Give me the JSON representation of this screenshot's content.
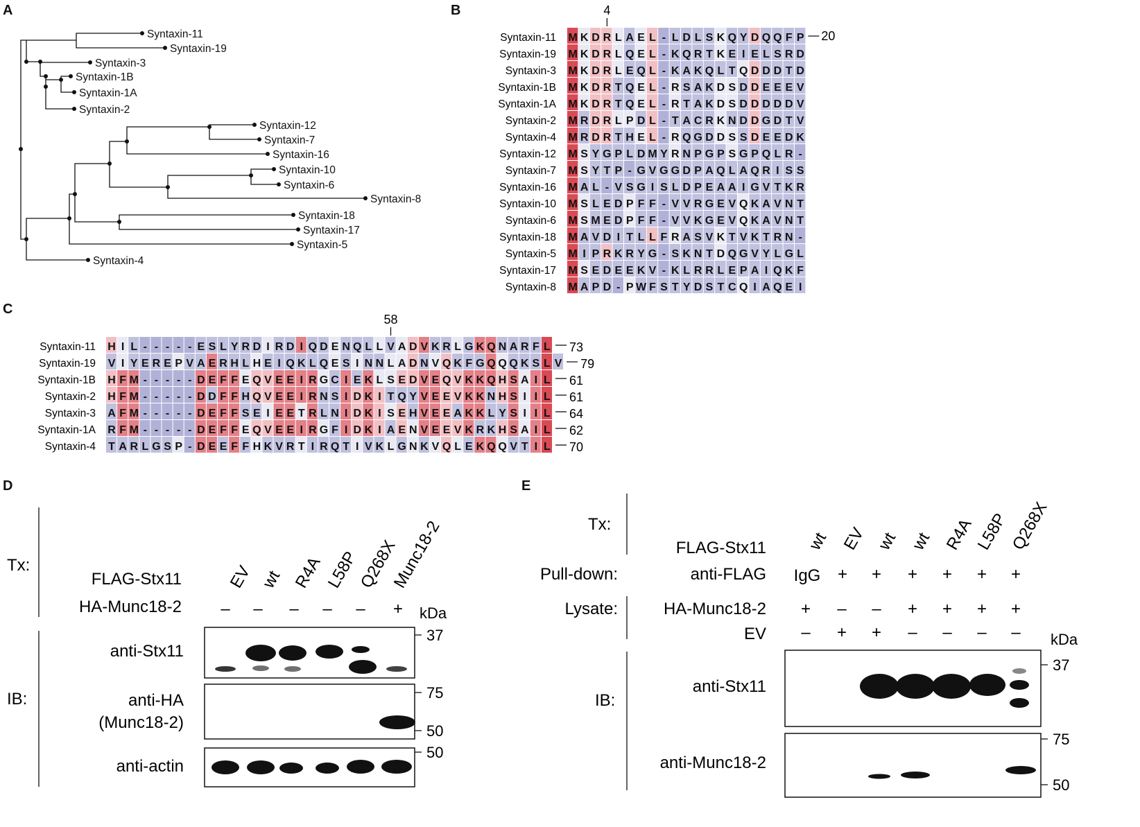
{
  "panel_labels": [
    "A",
    "B",
    "C",
    "D",
    "E"
  ],
  "colors": {
    "red": "#d94a55",
    "blue": "#7272b8",
    "white": "#ffffff",
    "line": "#111111"
  },
  "tree": {
    "leaves": [
      {
        "name": "Syntaxin-11"
      },
      {
        "name": "Syntaxin-19"
      },
      {
        "name": "Syntaxin-3"
      },
      {
        "name": "Syntaxin-1B"
      },
      {
        "name": "Syntaxin-1A"
      },
      {
        "name": "Syntaxin-2"
      },
      {
        "name": "Syntaxin-12"
      },
      {
        "name": "Syntaxin-7"
      },
      {
        "name": "Syntaxin-16"
      },
      {
        "name": "Syntaxin-10"
      },
      {
        "name": "Syntaxin-6"
      },
      {
        "name": "Syntaxin-8"
      },
      {
        "name": "Syntaxin-18"
      },
      {
        "name": "Syntaxin-17"
      },
      {
        "name": "Syntaxin-5"
      },
      {
        "name": "Syntaxin-4"
      }
    ]
  },
  "alignB": {
    "marker": "4",
    "end_label": "20",
    "rows": [
      {
        "name": "Syntaxin-11",
        "seq": "MKDRLAEL-LDLSKQYDQQFP"
      },
      {
        "name": "Syntaxin-19",
        "seq": "MKDRLQEL-KQRTKEIELSRD"
      },
      {
        "name": "Syntaxin-3",
        "seq": "MKDRLEQL-KAKQLTQDDDTD"
      },
      {
        "name": "Syntaxin-1B",
        "seq": "MKDRTQEL-RSAKDSDDEEEV"
      },
      {
        "name": "Syntaxin-1A",
        "seq": "MKDRTQEL-RTAKDSDDDDDV"
      },
      {
        "name": "Syntaxin-2",
        "seq": "MRDRLPDL-TACRKNDDGDTV"
      },
      {
        "name": "Syntaxin-4",
        "seq": "MRDRTHEL-RQGDDSSDEEDK"
      },
      {
        "name": "Syntaxin-12",
        "seq": "MSYGPLDMYRNPGPSGPQLR-"
      },
      {
        "name": "Syntaxin-7",
        "seq": "MSYTP-GVGGDPAQLAQRISS"
      },
      {
        "name": "Syntaxin-16",
        "seq": "MAL-VSGISLDPEAAIGVTKR"
      },
      {
        "name": "Syntaxin-10",
        "seq": "MSLEDPFF-VVRGEVQKAVNT"
      },
      {
        "name": "Syntaxin-6",
        "seq": "MSMEDPFF-VVKGEVQKAVNT"
      },
      {
        "name": "Syntaxin-18",
        "seq": "MAVDITLLFRASVKTVKTRN-"
      },
      {
        "name": "Syntaxin-5",
        "seq": "MIPRKRYG-SKNTDQGVYLGL"
      },
      {
        "name": "Syntaxin-17",
        "seq": "MSEDEEKV-KLRRLEPAIQKF"
      },
      {
        "name": "Syntaxin-8",
        "seq": "MAPD-PWFSTYDSTCQIAQEI"
      }
    ]
  },
  "alignC": {
    "marker": "58",
    "rows": [
      {
        "name": "Syntaxin-11",
        "seq": "HIL-----ESLYRDIRDIQDENQLLVADVKRLGKQNARFL",
        "end": "73"
      },
      {
        "name": "Syntaxin-19",
        "seq": "VIYEREPVAERHLHEIQKLQESINNLADNVQKFGQQQKSLV",
        "end": "79"
      },
      {
        "name": "Syntaxin-1B",
        "seq": "HFM-----DEFFEQVEEIRGCIEKLSEDVEQVKKQHSAIL",
        "end": "61"
      },
      {
        "name": "Syntaxin-2",
        "seq": "HFM-----DDFFHQVEEIRNSIDKITQYVEEVKKNHSIIL",
        "end": "61"
      },
      {
        "name": "Syntaxin-3",
        "seq": "AFM-----DEFFSEIEETRLNIDKISEHVEEAKKLYSIIL",
        "end": "64"
      },
      {
        "name": "Syntaxin-1A",
        "seq": "RFM-----DEFFEQVEEIRGFIDKIAENVEEVKRKHSAIL",
        "end": "62"
      },
      {
        "name": "Syntaxin-4",
        "seq": "TARLGSP-DEEFFHKVRTIRQTIVKLGNKVQLEKQQVTIL",
        "end": "70"
      }
    ]
  },
  "panelD": {
    "tx_label": "Tx:",
    "ib_label": "IB:",
    "row1_label": "FLAG-Stx11",
    "row2_label": "HA-Munc18-2",
    "lanes": [
      "EV",
      "wt",
      "R4A",
      "L58P",
      "Q268X",
      "Munc18-2"
    ],
    "row2_values": [
      "–",
      "–",
      "–",
      "–",
      "–",
      "+"
    ],
    "kda": "kDa",
    "blots": [
      {
        "label": [
          "anti-Stx11"
        ],
        "markers": [
          "37"
        ]
      },
      {
        "label": [
          "anti-HA",
          "(Munc18-2)"
        ],
        "markers": [
          "75",
          "50"
        ]
      },
      {
        "label": [
          "anti-actin"
        ],
        "markers": [
          "50"
        ]
      }
    ]
  },
  "panelE": {
    "tx_label": "Tx:",
    "ib_label": "IB:",
    "flag_label": "FLAG-Stx11",
    "lanes": [
      "wt",
      "EV",
      "wt",
      "wt",
      "R4A",
      "L58P",
      "Q268X"
    ],
    "pulldown_label": "Pull-down:",
    "pulldown_reagent": "anti-FLAG",
    "pulldown_values": [
      "IgG",
      "+",
      "+",
      "+",
      "+",
      "+",
      "+"
    ],
    "lysate_label": "Lysate:",
    "lysate_row1": "HA-Munc18-2",
    "lysate_row1_values": [
      "+",
      "–",
      "–",
      "+",
      "+",
      "+",
      "+"
    ],
    "lysate_row2": "EV",
    "lysate_row2_values": [
      "–",
      "+",
      "+",
      "–",
      "–",
      "–",
      "–"
    ],
    "kda": "kDa",
    "blots": [
      {
        "label": "anti-Stx11",
        "markers": [
          "37"
        ]
      },
      {
        "label": "anti-Munc18-2",
        "markers": [
          "75",
          "50"
        ]
      }
    ]
  }
}
